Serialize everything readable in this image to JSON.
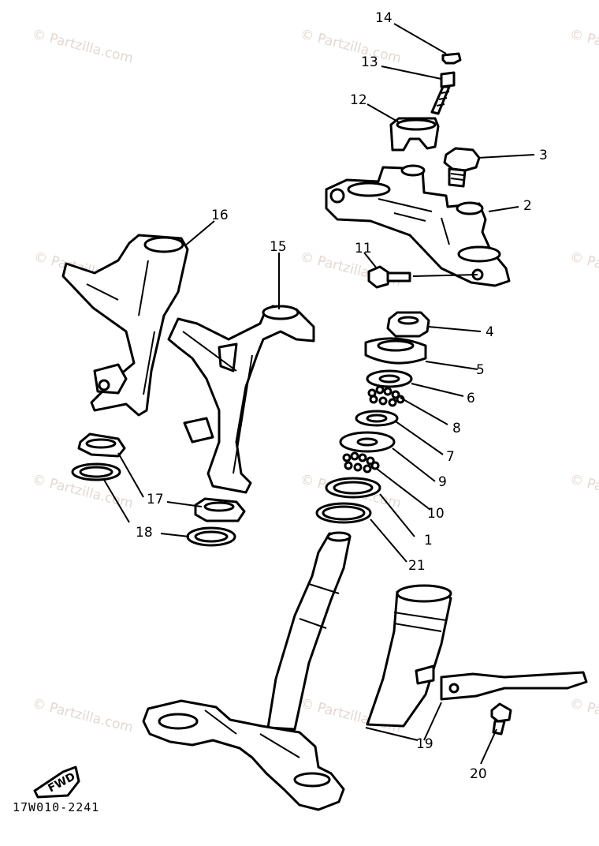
{
  "watermark": "© Partzilla.com",
  "diagram_code": "17W010-2241",
  "fwd_label": "FWD",
  "callouts": [
    "1",
    "2",
    "3",
    "4",
    "5",
    "6",
    "7",
    "8",
    "9",
    "10",
    "11",
    "12",
    "13",
    "14",
    "15",
    "16",
    "17",
    "18",
    "19",
    "20",
    "21"
  ]
}
